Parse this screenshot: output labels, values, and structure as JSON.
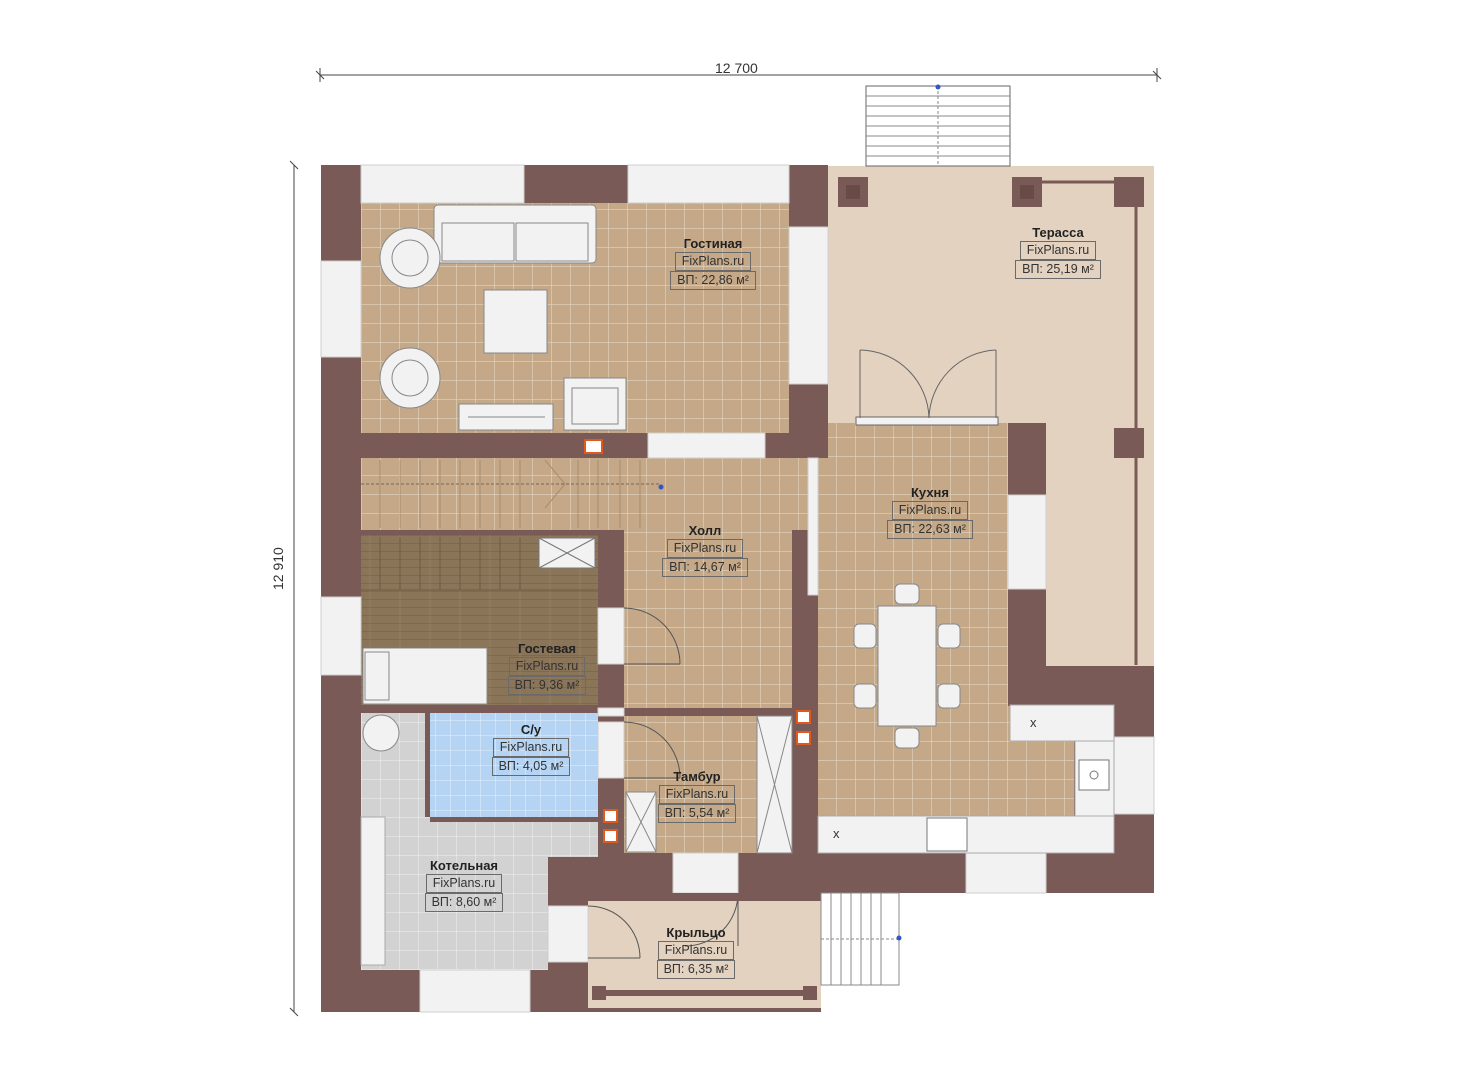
{
  "dimensions": {
    "width": "12 700",
    "height": "12 910"
  },
  "rooms": [
    {
      "id": "living",
      "name": "Гостиная",
      "site": "FixPlans.ru",
      "area": "ВП: 22,86 м²"
    },
    {
      "id": "terrace",
      "name": "Терасса",
      "site": "FixPlans.ru",
      "area": "ВП: 25,19 м²"
    },
    {
      "id": "kitchen",
      "name": "Кухня",
      "site": "FixPlans.ru",
      "area": "ВП: 22,63 м²"
    },
    {
      "id": "hall",
      "name": "Холл",
      "site": "FixPlans.ru",
      "area": "ВП: 14,67 м²"
    },
    {
      "id": "guest",
      "name": "Гостевая",
      "site": "FixPlans.ru",
      "area": "ВП: 9,36 м²"
    },
    {
      "id": "bath",
      "name": "С/у",
      "site": "FixPlans.ru",
      "area": "ВП: 4,05 м²"
    },
    {
      "id": "vestibule",
      "name": "Тамбур",
      "site": "FixPlans.ru",
      "area": "ВП: 5,54 м²"
    },
    {
      "id": "boiler",
      "name": "Котельная",
      "site": "FixPlans.ru",
      "area": "ВП: 8,60 м²"
    },
    {
      "id": "porch",
      "name": "Крыльцо",
      "site": "FixPlans.ru",
      "area": "ВП: 6,35 м²"
    }
  ],
  "appliance_marks": [
    "x",
    "x"
  ],
  "colors": {
    "wall": "#7a5a56",
    "floor_tile": "#c4a887",
    "tile_line": "#e3d6c2",
    "terrace": "#e3d2bf",
    "guest_floor": "#8b7559",
    "bath": "#b5d3f2",
    "boiler": "#d2d2d2",
    "window": "#f2f2f2",
    "socket": "#e05a1e"
  }
}
